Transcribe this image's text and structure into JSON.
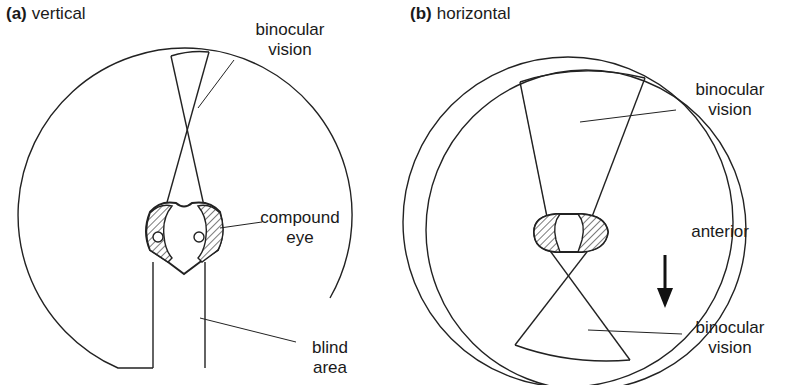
{
  "diagram": {
    "labels": [
      "(a)",
      "vertical",
      "(b)",
      "horizontal",
      "binocular vision",
      "compound eye",
      "blind area",
      "binocular vision",
      "anterior",
      "binocular vision"
    ]
  }
}
